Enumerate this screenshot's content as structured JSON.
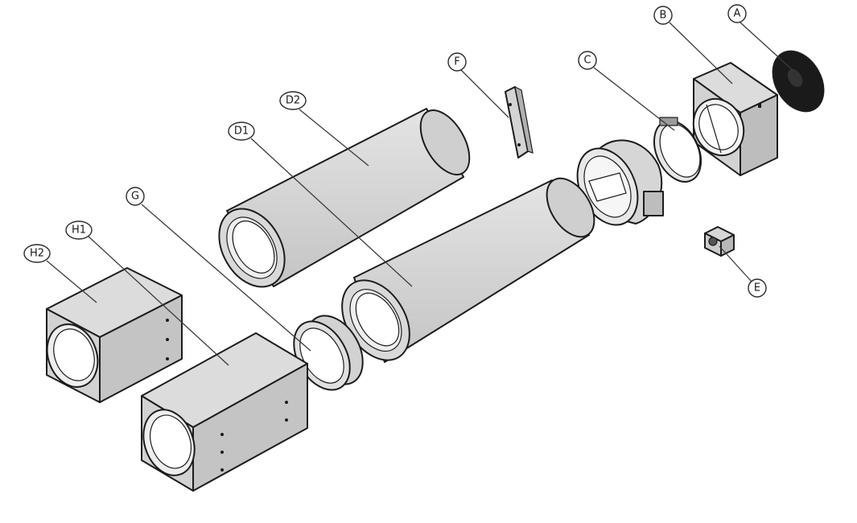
{
  "colors": {
    "line": "#1c1c1c",
    "face_light": "#dcdcdc",
    "face_mid": "#c9c9c9",
    "face_dark": "#b5b5b5",
    "inner": "#eeeeee",
    "black_disc": "#1a1a1a"
  },
  "callouts": {
    "A": "A",
    "B": "B",
    "C": "C",
    "D1": "D1",
    "D2": "D2",
    "E": "E",
    "F": "F",
    "G": "G",
    "H1": "H1",
    "H2": "H2"
  }
}
